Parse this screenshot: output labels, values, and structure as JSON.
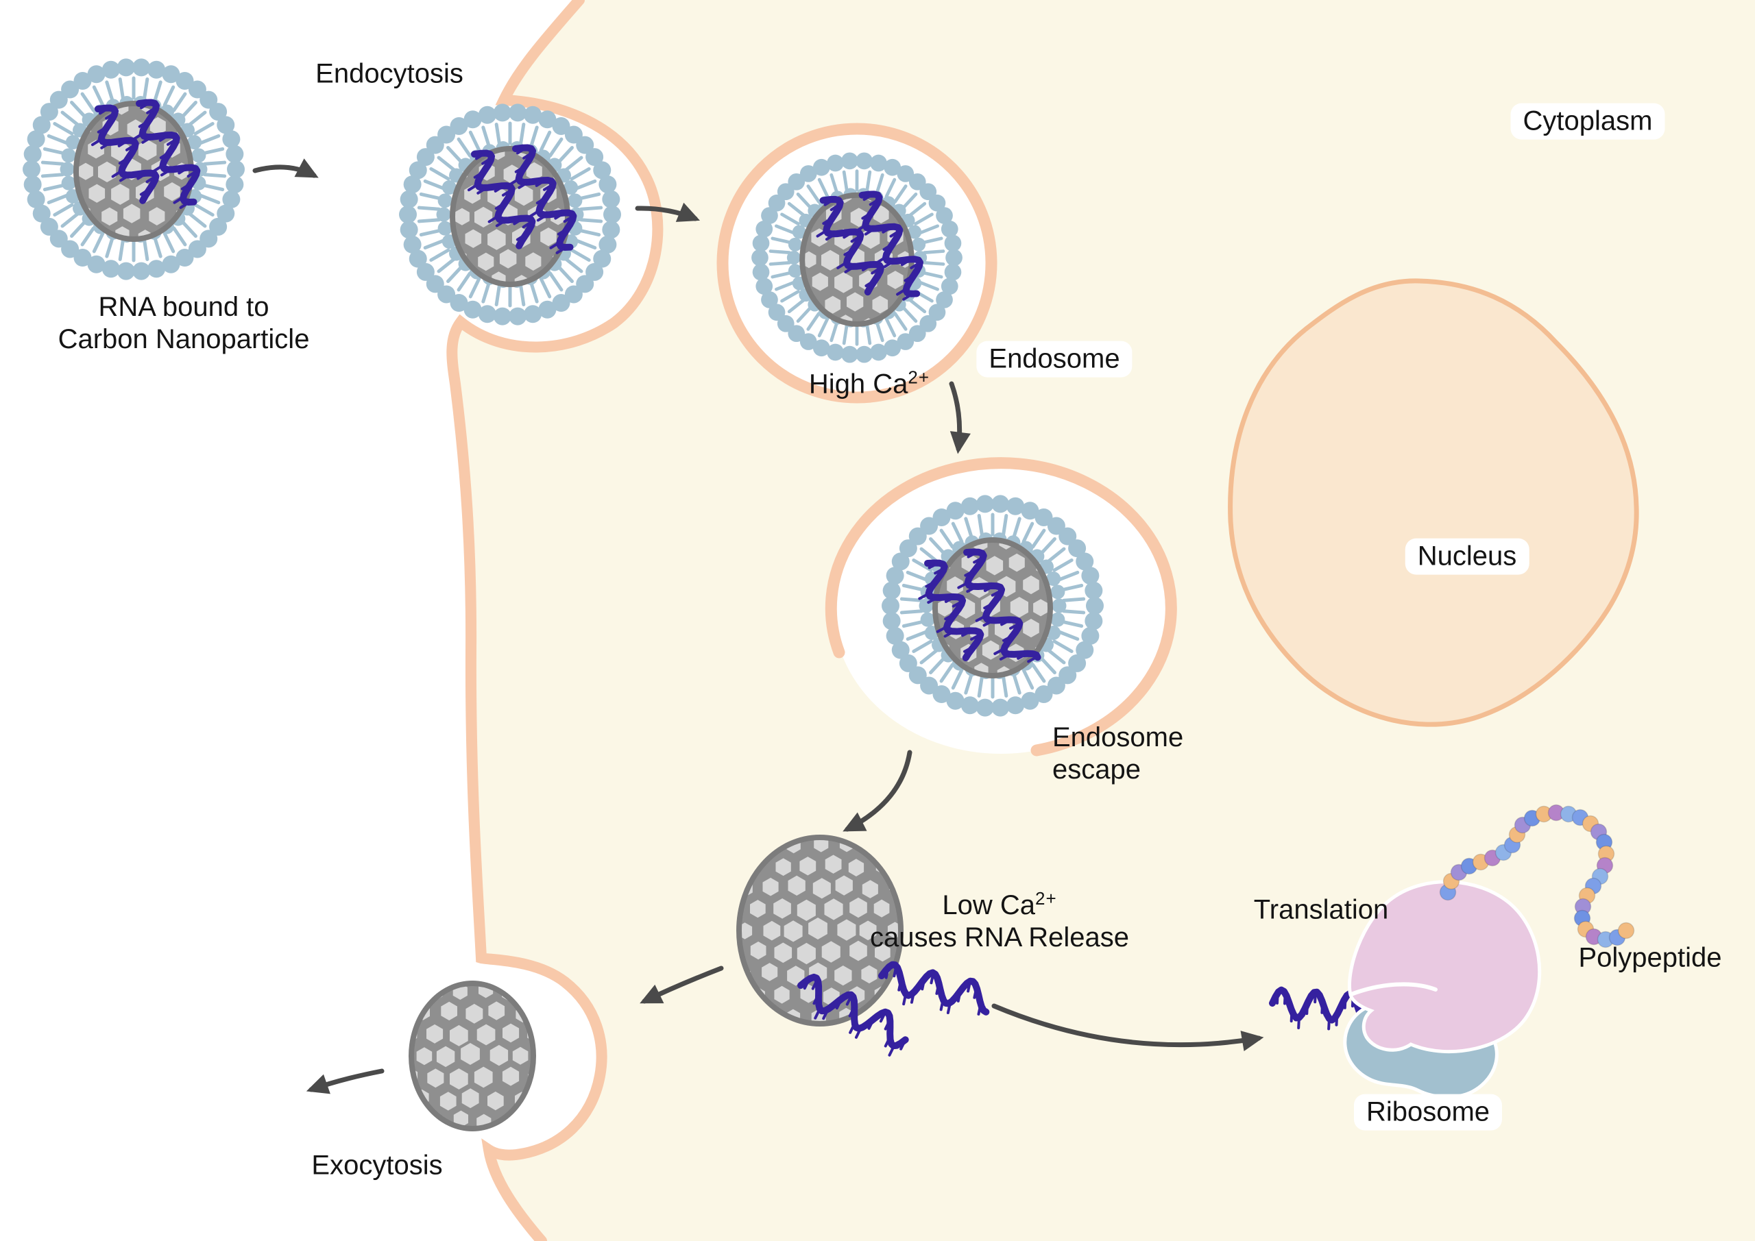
{
  "title": "RNA bound to Carbon Nanoparticle cellular uptake pathway",
  "labels": {
    "rna_bound_l1": "RNA bound to",
    "rna_bound_l2": "Carbon Nanoparticle",
    "endocytosis": "Endocytosis",
    "high_ca_base": "High Ca",
    "ca_sup": "2+",
    "endosome": "Endosome",
    "escape_l1": "Endosome",
    "escape_l2": "escape",
    "low_ca_base": "Low Ca",
    "low_ca_l2": "causes RNA Release",
    "cytoplasm": "Cytoplasm",
    "nucleus": "Nucleus",
    "translation": "Translation",
    "polypeptide": "Polypeptide",
    "ribosome": "Ribosome",
    "exocytosis": "Exocytosis"
  },
  "colors": {
    "background": "#ffffff",
    "cytoplasm_fill": "#fbf7e6",
    "membrane": "#f8c9aa",
    "nucleus_fill": "#fae7cf",
    "nucleus_stroke": "#f3bd92",
    "lipid": "#a3c1d2",
    "carbon_line": "#8f8f8f",
    "carbon_fill": "#d8d8d8",
    "carbon_rim": "#7c7c7c",
    "rna": "#35219f",
    "arrow": "#4a4a4a",
    "ribosome_large": "#e9c9e1",
    "ribosome_small": "#a2c0cf",
    "label_text": "#141414",
    "bead_colors": [
      "#7d9fe8",
      "#f2bb80",
      "#a08fd6",
      "#6f92e3",
      "#f2bb80",
      "#b583c9",
      "#8fb3e8"
    ]
  }
}
